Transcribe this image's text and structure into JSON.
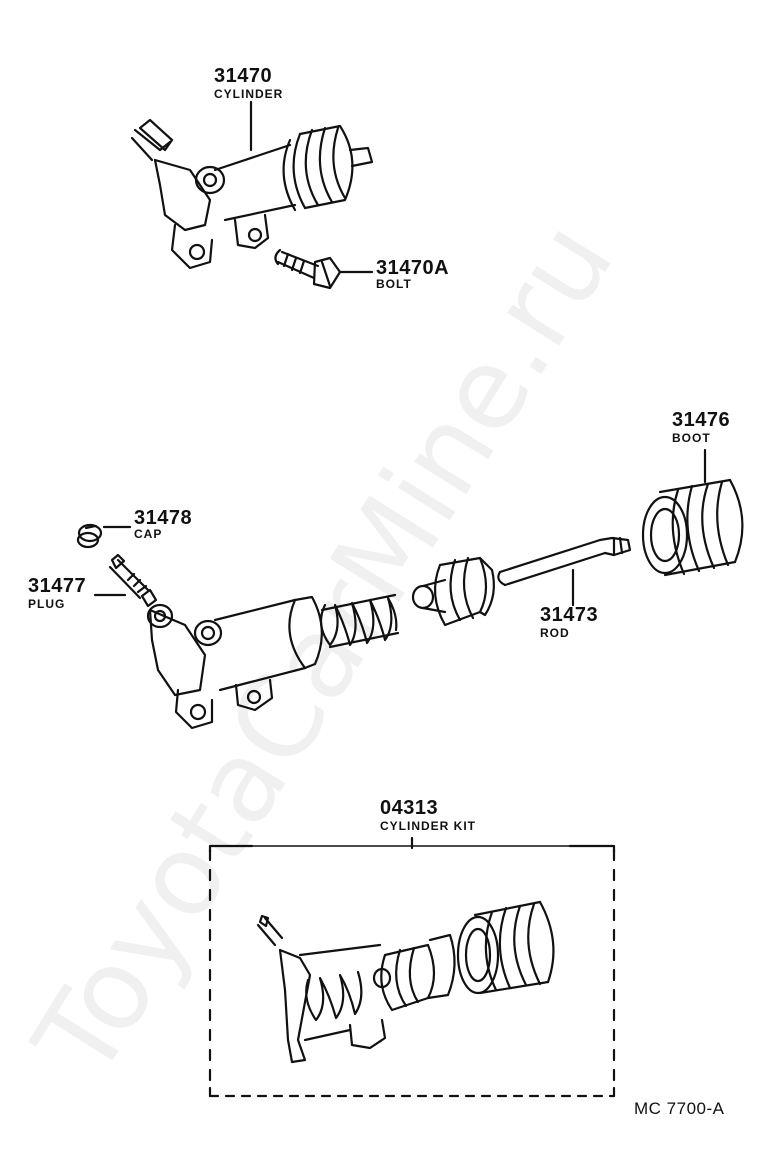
{
  "watermark": "ToyotaCarMine.ru",
  "parts": [
    {
      "id": "cylinder",
      "number": "31470",
      "name": "CYLINDER"
    },
    {
      "id": "bolt",
      "number": "31470A",
      "name": "BOLT"
    },
    {
      "id": "boot",
      "number": "31476",
      "name": "BOOT"
    },
    {
      "id": "cap",
      "number": "31478",
      "name": "CAP"
    },
    {
      "id": "plug",
      "number": "31477",
      "name": "PLUG"
    },
    {
      "id": "rod",
      "number": "31473",
      "name": "ROD"
    },
    {
      "id": "kit",
      "number": "04313",
      "name": "CYLINDER KIT"
    }
  ],
  "diagram_code": "MC 7700-A"
}
